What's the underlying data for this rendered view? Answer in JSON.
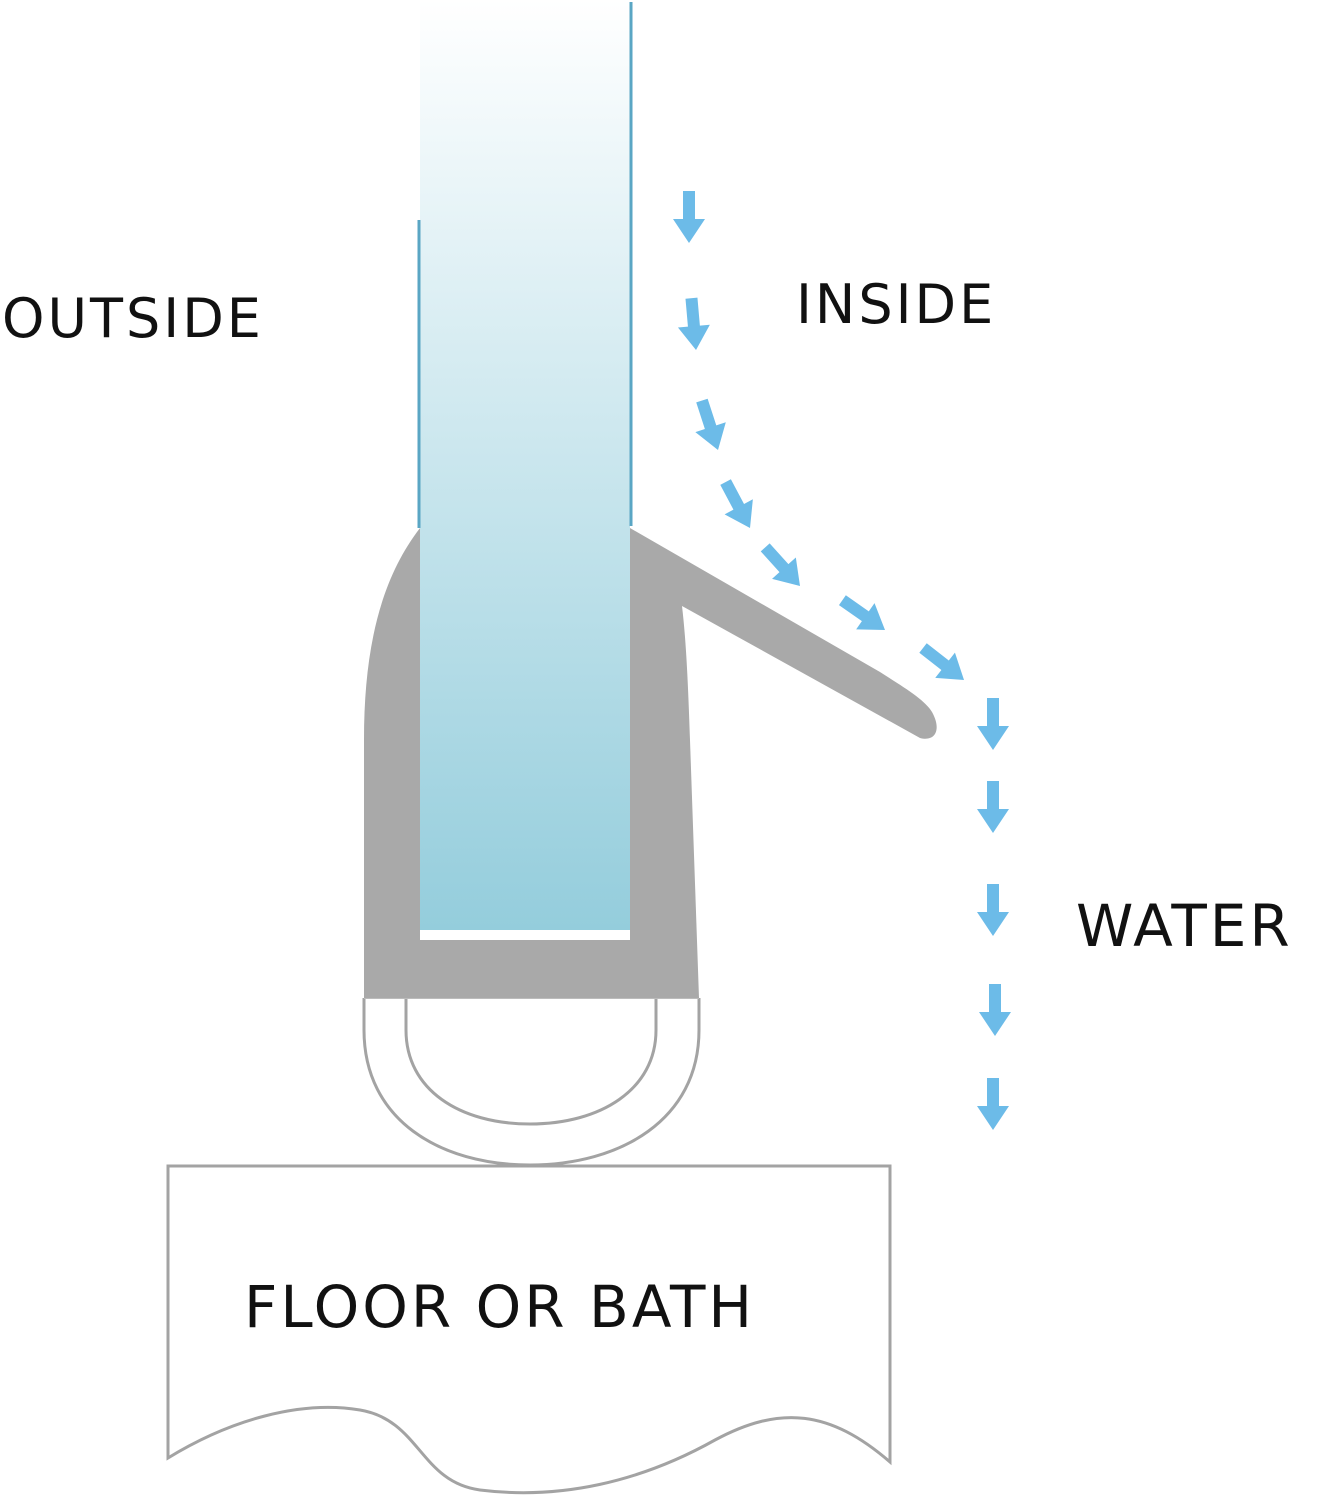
{
  "labels": {
    "outside": "OUTSIDE",
    "inside": "INSIDE",
    "water": "WATER",
    "floor": "FLOOR OR BATH"
  },
  "colors": {
    "glass_top": "#ffffff",
    "glass_bottom": "#94cddc",
    "glass_edge": "#5aa6c4",
    "seal": "#a9a9a9",
    "outline": "#a3a3a3",
    "water_arrow": "#6cbbe8",
    "text": "#111111"
  },
  "icons": {
    "water_arrow": "arrow-down-icon"
  }
}
